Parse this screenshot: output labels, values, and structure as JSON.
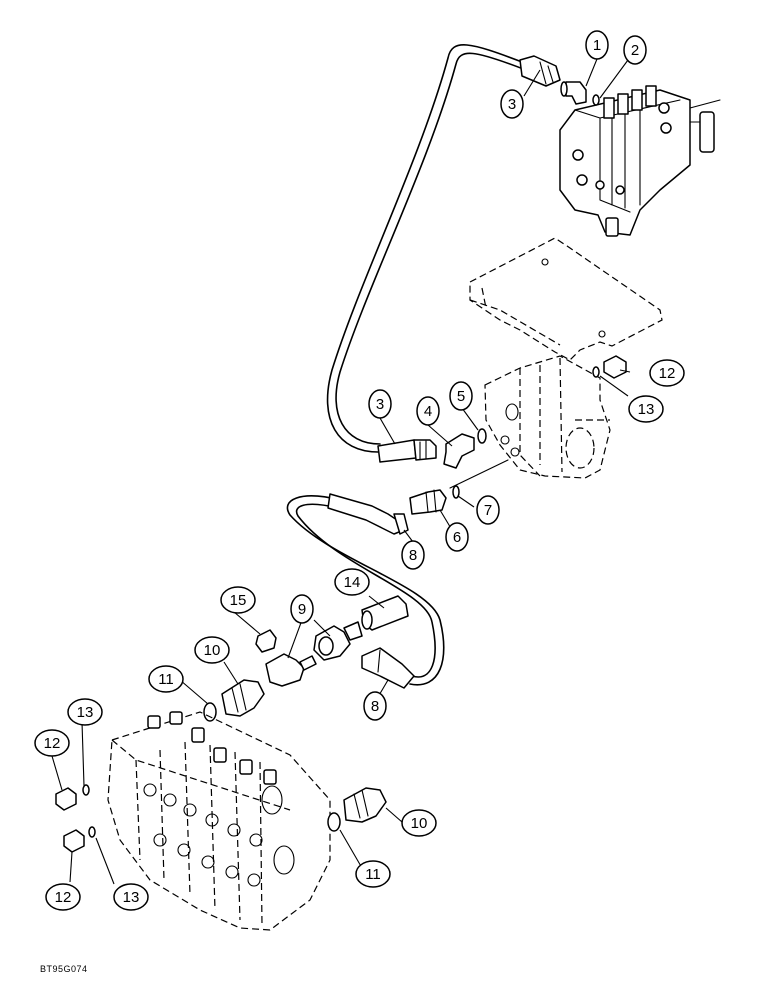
{
  "figure": {
    "reference_code": "BT95G074"
  },
  "callouts": [
    {
      "id": "c1",
      "label": "1"
    },
    {
      "id": "c2",
      "label": "2"
    },
    {
      "id": "c3a",
      "label": "3"
    },
    {
      "id": "c3b",
      "label": "3"
    },
    {
      "id": "c4",
      "label": "4"
    },
    {
      "id": "c5",
      "label": "5"
    },
    {
      "id": "c6",
      "label": "6"
    },
    {
      "id": "c7",
      "label": "7"
    },
    {
      "id": "c8a",
      "label": "8"
    },
    {
      "id": "c8b",
      "label": "8"
    },
    {
      "id": "c9",
      "label": "9"
    },
    {
      "id": "c10a",
      "label": "10"
    },
    {
      "id": "c10b",
      "label": "10"
    },
    {
      "id": "c11a",
      "label": "11"
    },
    {
      "id": "c11b",
      "label": "11"
    },
    {
      "id": "c12a",
      "label": "12"
    },
    {
      "id": "c12b",
      "label": "12"
    },
    {
      "id": "c12c",
      "label": "12"
    },
    {
      "id": "c13a",
      "label": "13"
    },
    {
      "id": "c13b",
      "label": "13"
    },
    {
      "id": "c13c",
      "label": "13"
    },
    {
      "id": "c14",
      "label": "14"
    },
    {
      "id": "c15",
      "label": "15"
    }
  ]
}
